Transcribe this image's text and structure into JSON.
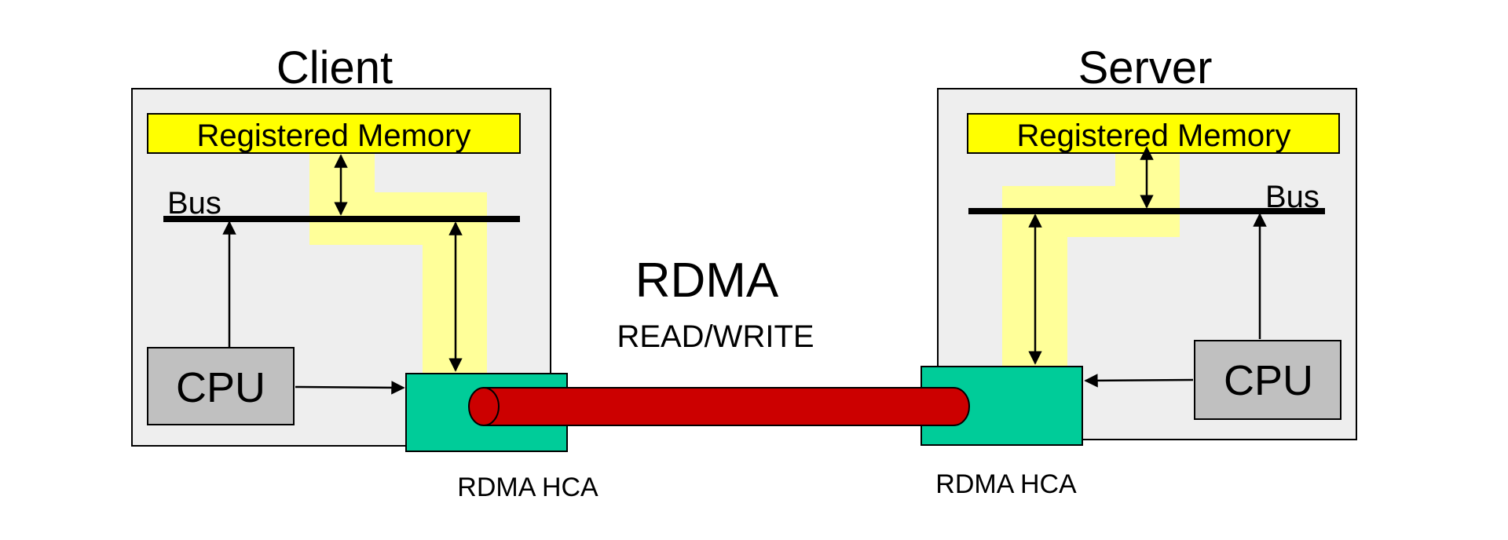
{
  "client": {
    "title": "Client",
    "memory_label": "Registered Memory",
    "bus_label": "Bus",
    "cpu_label": "CPU",
    "hca_label": "RDMA HCA"
  },
  "server": {
    "title": "Server",
    "memory_label": "Registered Memory",
    "bus_label": "Bus",
    "cpu_label": "CPU",
    "hca_label": "RDMA HCA"
  },
  "link": {
    "title": "RDMA",
    "subtitle": "READ/WRITE"
  },
  "colors": {
    "box_fill": "#eeeeee",
    "memory_fill": "#ffff00",
    "path_highlight": "#ffff99",
    "cpu_fill": "#c0c0c0",
    "hca_fill": "#00cc99",
    "pipe_fill": "#cc0000"
  }
}
